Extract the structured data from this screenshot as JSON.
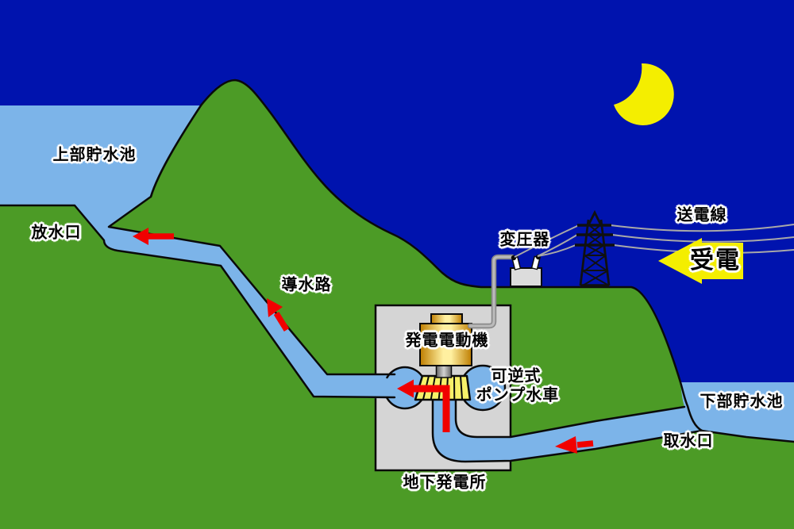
{
  "labels": {
    "upper_reservoir": "上部貯水池",
    "outlet": "放水口",
    "headrace": "導水路",
    "generator_motor": "発電電動機",
    "pump_turbine_line1": "可逆式",
    "pump_turbine_line2": "ポンプ水車",
    "underground_plant": "地下発電所",
    "transformer": "変圧器",
    "transmission_line": "送電線",
    "receiving": "受電",
    "lower_reservoir": "下部貯水池",
    "intake": "取水口"
  },
  "colors": {
    "sky": "#0013AE",
    "land": "#4C9B26",
    "water": "#7CB4E9",
    "outline": "#0A0A0A",
    "moon_yellow": "#F4EE00",
    "arrow_yellow": "#F4EE00",
    "flow_red": "#F10000",
    "plant_box": "#D5D5D5",
    "transformer_box": "#DCDCDC",
    "machine_gold_dark": "#BE7D00",
    "machine_gold_light": "#FFF0A0",
    "turbine_yellow": "#F7F169",
    "wire_gray": "#A8A8A8",
    "cable_gray": "#9A9A9A"
  }
}
